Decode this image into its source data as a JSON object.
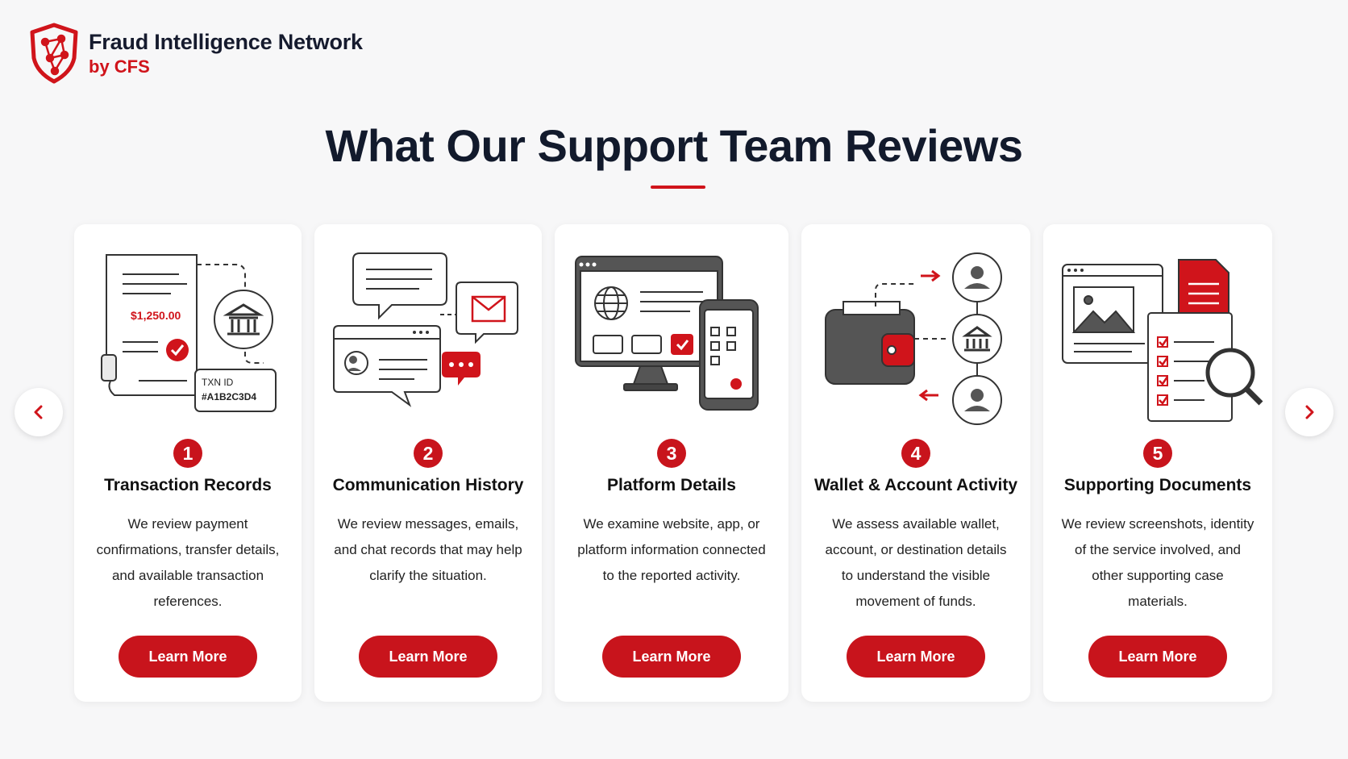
{
  "brand": {
    "title": "Fraud Intelligence Network",
    "subtitle": "by CFS",
    "accent_color": "#d0141b",
    "logo_icon": "shield-network-icon"
  },
  "page": {
    "headline": "What Our Support Team Reviews"
  },
  "navigation": {
    "prev_icon": "chevron-left-icon",
    "next_icon": "chevron-right-icon"
  },
  "cards": [
    {
      "number": "1",
      "title": "Transaction Records",
      "description": "We review payment confirmations, transfer details, and available transaction references.",
      "button": "Learn More",
      "illustration": "receipt-bank-illustration",
      "amount": "$1,250.00",
      "txn_label": "TXN ID",
      "txn_id": "#A1B2C3D4"
    },
    {
      "number": "2",
      "title": "Communication History",
      "description": "We review messages, emails, and chat records that may help clarify the situation.",
      "button": "Learn More",
      "illustration": "chat-email-illustration"
    },
    {
      "number": "3",
      "title": "Platform Details",
      "description": "We examine website, app, or platform information connected to the reported activity.",
      "button": "Learn More",
      "illustration": "monitor-phone-illustration"
    },
    {
      "number": "4",
      "title": "Wallet & Account Activity",
      "description": "We assess available wallet, account, or destination details to understand the visible movement of funds.",
      "button": "Learn More",
      "illustration": "wallet-flow-illustration"
    },
    {
      "number": "5",
      "title": "Supporting Documents",
      "description": "We review screenshots, identity of the service involved, and other supporting case materials.",
      "button": "Learn More",
      "illustration": "documents-magnifier-illustration"
    }
  ]
}
